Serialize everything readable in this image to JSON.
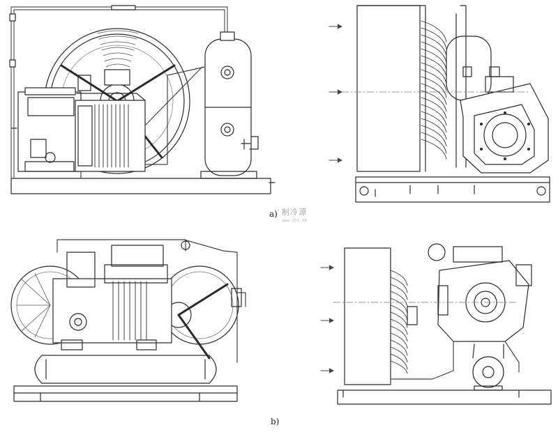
{
  "captions": {
    "a": "a)",
    "b": "b)"
  },
  "watermark": {
    "text": "制冷源",
    "url": "www.zhi.cn"
  },
  "colors": {
    "ink": "#2a2a2a",
    "light": "#8a8a8a",
    "paper": "#ffffff"
  },
  "views": [
    {
      "id": "a-front",
      "subject": "condensing unit a) front view"
    },
    {
      "id": "a-side",
      "subject": "condensing unit a) side view"
    },
    {
      "id": "b-front",
      "subject": "condensing unit b) front view"
    },
    {
      "id": "b-side",
      "subject": "condensing unit b) side view"
    }
  ]
}
